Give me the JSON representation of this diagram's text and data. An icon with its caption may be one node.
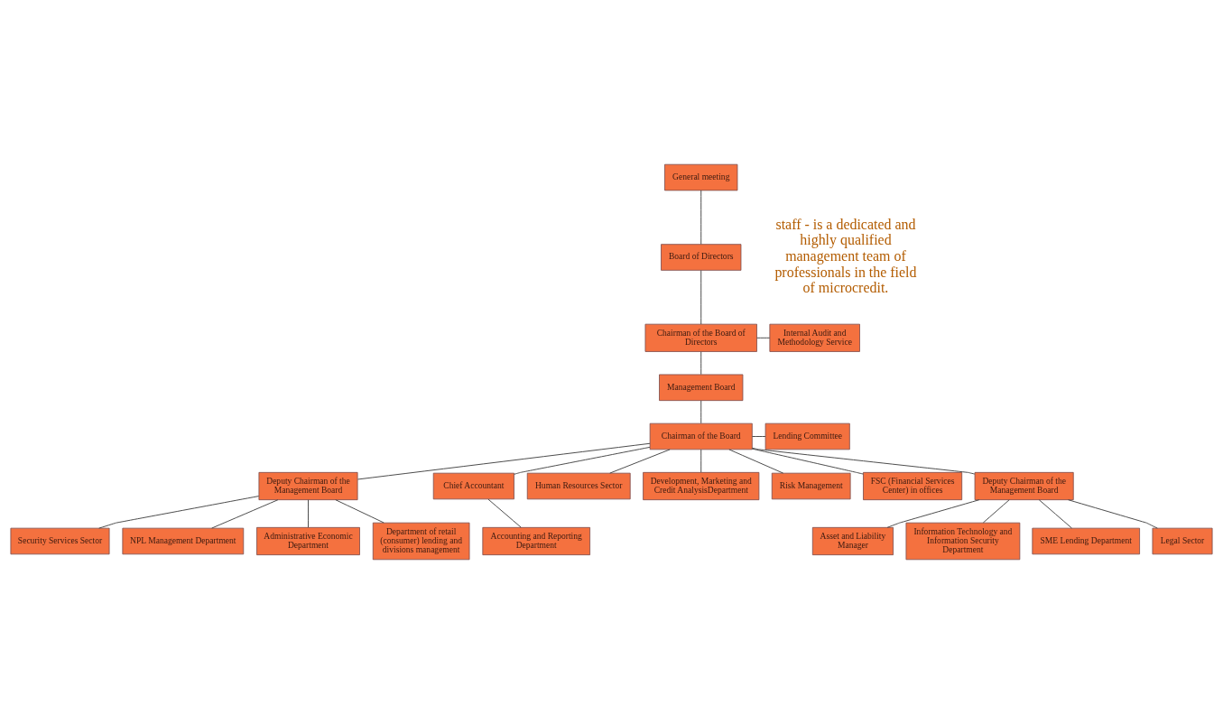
{
  "diagram": {
    "nodes": [
      {
        "text": [
          "General meeting"
        ]
      },
      {
        "text": [
          "Board of Directors"
        ]
      },
      {
        "text": [
          "Chairman of the Board of Directors"
        ]
      },
      {
        "text": [
          "Internal Audit and Methodology Service"
        ]
      },
      {
        "text": [
          "Management Board"
        ]
      },
      {
        "text": [
          "Chairman of the Board"
        ]
      },
      {
        "text": [
          "Lending Committee"
        ]
      },
      {
        "text": [
          "Deputy Chairman of the Management Board"
        ]
      },
      {
        "text": [
          "Chief Accountant"
        ]
      },
      {
        "text": [
          "Human Resources Sector"
        ]
      },
      {
        "text": [
          "Development, Marketing and Credit AnalysisDepartment"
        ]
      },
      {
        "text": [
          "Risk Management"
        ]
      },
      {
        "text": [
          "FSC (Financial Services Center) in offices"
        ]
      },
      {
        "text": [
          "Deputy Chairman of the Management Board"
        ]
      },
      {
        "text": [
          "Security Services Sector"
        ]
      },
      {
        "text": [
          "Accounting and Reporting Department"
        ]
      },
      {
        "text": [
          "NPL Management Department"
        ]
      },
      {
        "text": [
          "Administrative Economic Department"
        ]
      },
      {
        "text": [
          "Department of retail (consumer) lending and divisions management"
        ]
      },
      {
        "text": [
          "Asset and Liability Manager"
        ]
      },
      {
        "text": [
          "Information Technology and Information Security Department"
        ]
      },
      {
        "text": [
          "SME Lending Department"
        ]
      },
      {
        "text": [
          "Legal Sector"
        ]
      }
    ],
    "edges": [
      {
        "from": 0,
        "to": 1,
        "arrow": "none"
      },
      {
        "from": 1,
        "to": 2,
        "arrow": "none"
      },
      {
        "from": 2,
        "to": 3,
        "arrow": "none"
      },
      {
        "from": 2,
        "to": 4,
        "arrow": "none"
      },
      {
        "from": 4,
        "to": 5,
        "arrow": "none"
      },
      {
        "from": 5,
        "to": 6,
        "arrow": "none"
      },
      {
        "from": 5,
        "to": 7,
        "arrow": "none"
      },
      {
        "from": 5,
        "to": 8,
        "arrow": "none"
      },
      {
        "from": 5,
        "to": 9,
        "arrow": "none"
      },
      {
        "from": 5,
        "to": 10,
        "arrow": "none"
      },
      {
        "from": 5,
        "to": 11,
        "arrow": "none"
      },
      {
        "from": 5,
        "to": 12,
        "arrow": "none"
      },
      {
        "from": 5,
        "to": 13,
        "arrow": "none"
      },
      {
        "from": 7,
        "to": 14,
        "arrow": "none"
      },
      {
        "from": 7,
        "to": 16,
        "arrow": "none"
      },
      {
        "from": 7,
        "to": 17,
        "arrow": "none"
      },
      {
        "from": 7,
        "to": 18,
        "arrow": "none"
      },
      {
        "from": 8,
        "to": 15,
        "arrow": "none"
      },
      {
        "from": 13,
        "to": 19,
        "arrow": "none"
      },
      {
        "from": 13,
        "to": 20,
        "arrow": "none"
      },
      {
        "from": 13,
        "to": 21,
        "arrow": "none"
      },
      {
        "from": 13,
        "to": 22,
        "arrow": "none"
      }
    ],
    "labels": [
      "staff - is a dedicated and highly qualified management team of professionals in the field of microcredit."
    ]
  }
}
